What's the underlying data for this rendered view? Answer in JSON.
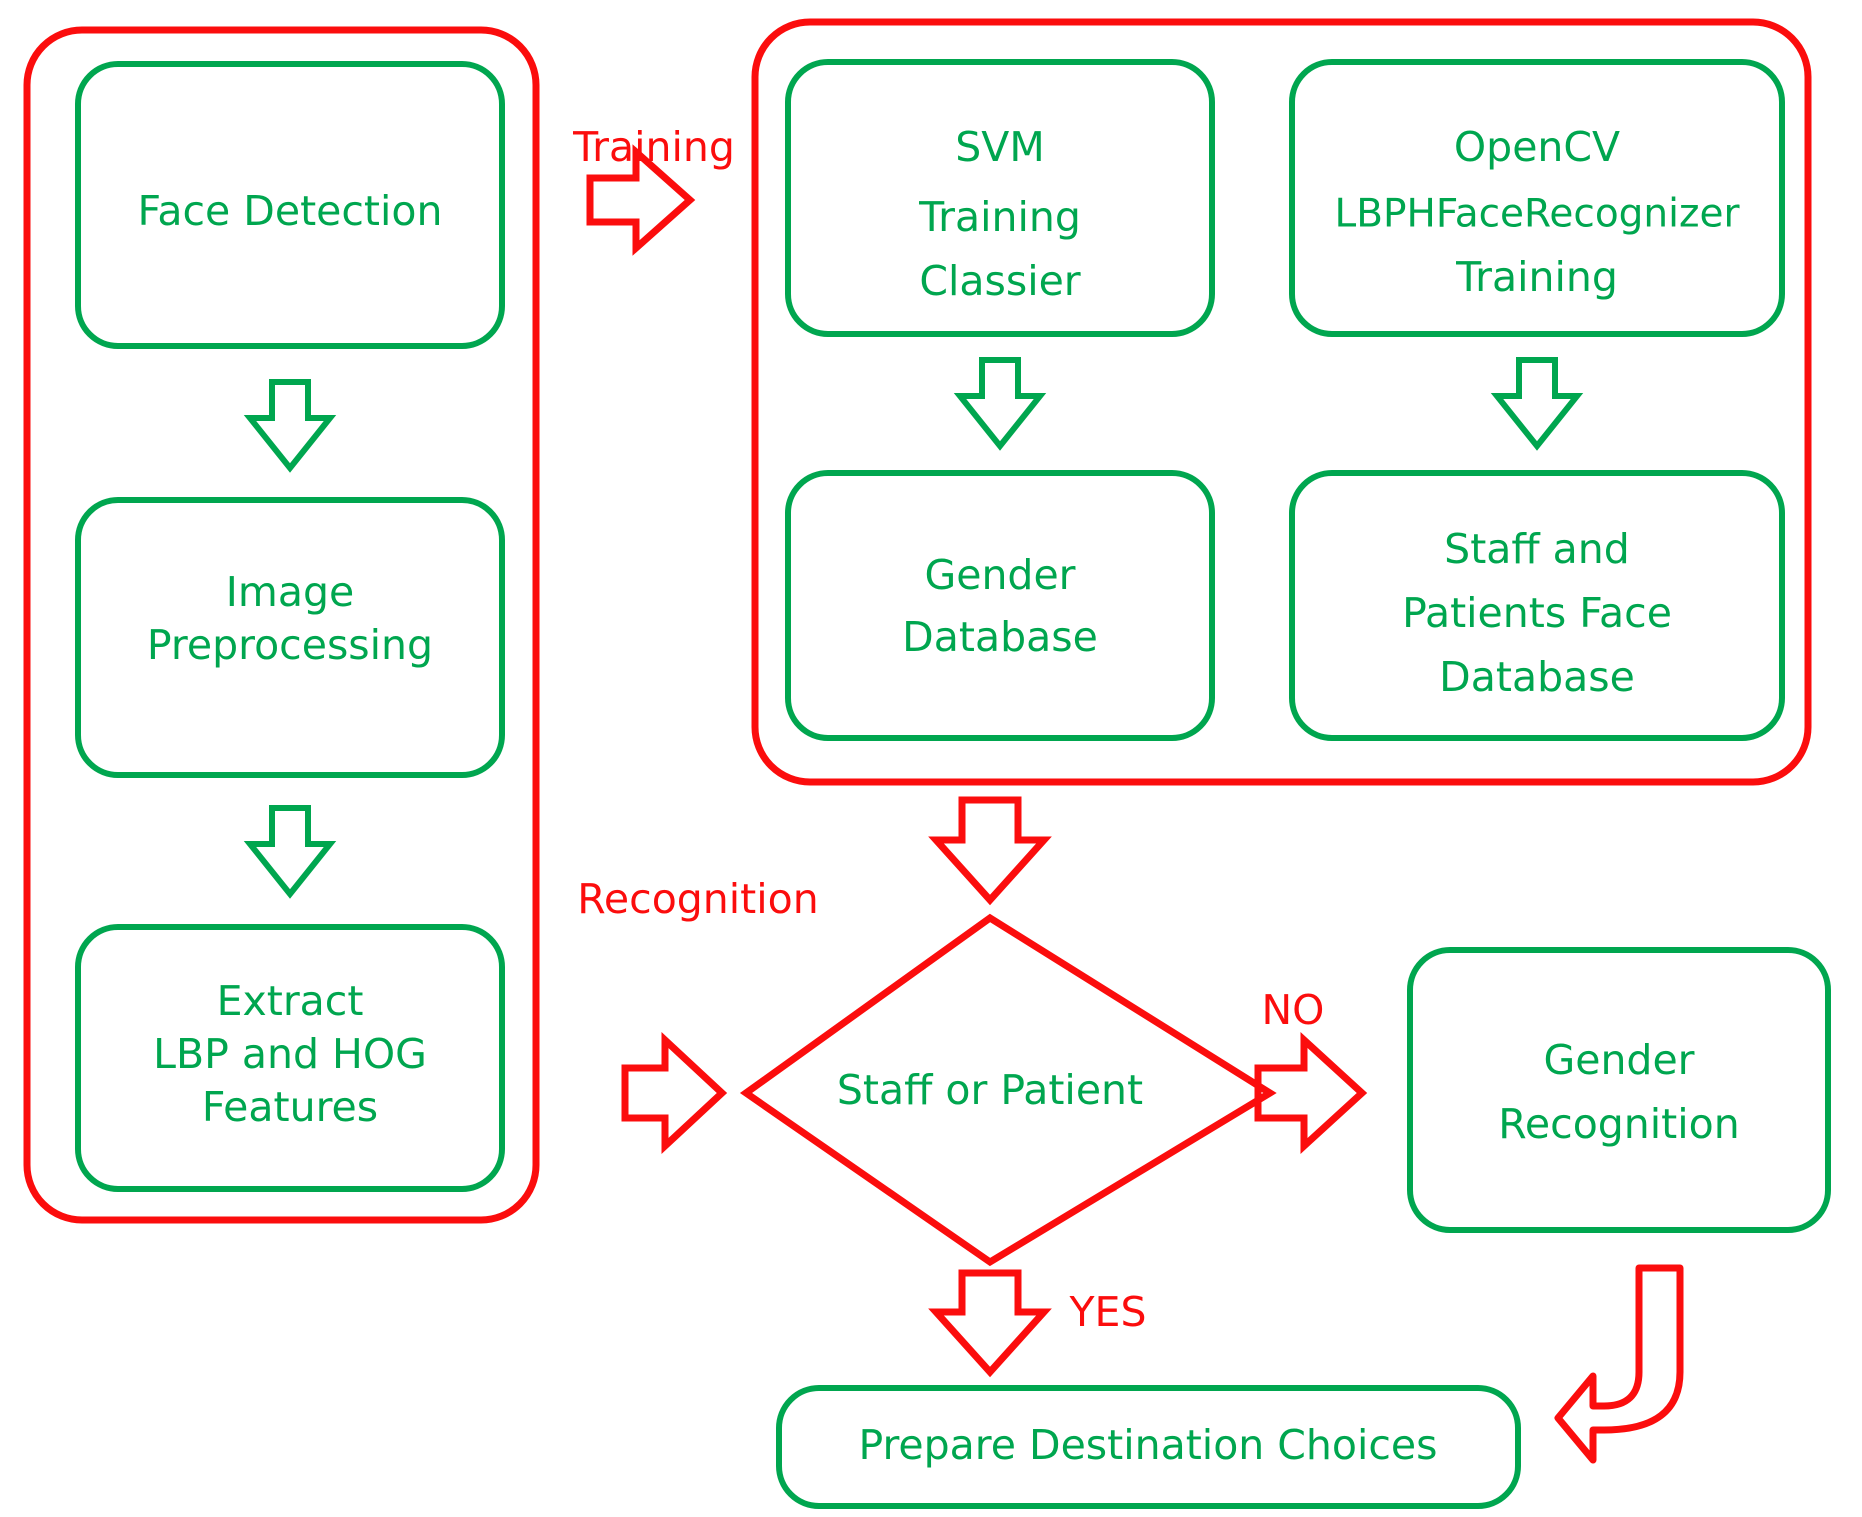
{
  "diagram": {
    "title": "Face Recognition System Flowchart",
    "colors": {
      "green": "#00a64f",
      "red": "#fb0d0d",
      "background": "#ffffff"
    },
    "groups": [
      {
        "id": "training-pipeline-group",
        "label": ""
      },
      {
        "id": "training-models-group",
        "label": ""
      }
    ],
    "nodes": {
      "face_detection": "Face Detection",
      "image_preprocessing_l1": "Image",
      "image_preprocessing_l2": "Preprocessing",
      "extract_features_l1": "Extract",
      "extract_features_l2": "LBP and HOG",
      "extract_features_l3": "Features",
      "svm_training_l1": "SVM",
      "svm_training_l2": "Training",
      "svm_training_l3": "Classier",
      "opencv_lbph_l1": "OpenCV",
      "opencv_lbph_l2": "LBPHFaceRecognizer",
      "opencv_lbph_l3": "Training",
      "gender_database_l1": "Gender",
      "gender_database_l2": "Database",
      "staff_patients_db_l1": "Staff and",
      "staff_patients_db_l2": "Patients Face",
      "staff_patients_db_l3": "Database",
      "decision": "Staff or Patient",
      "gender_recognition_l1": "Gender",
      "gender_recognition_l2": "Recognition",
      "prepare_destination": "Prepare Destination Choices"
    },
    "edge_labels": {
      "training": "Training",
      "recognition": "Recognition",
      "no": "NO",
      "yes": "YES"
    }
  }
}
